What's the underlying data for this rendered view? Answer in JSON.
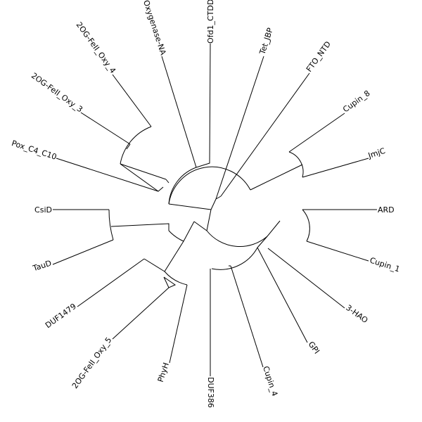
{
  "leaves": [
    {
      "id": "ofd1",
      "label": "Ofd1_CTDD"
    },
    {
      "id": "tet",
      "label": "Tet_JBP"
    },
    {
      "id": "fto",
      "label": "FTO_NTD"
    },
    {
      "id": "cupin8",
      "label": "Cupin_8"
    },
    {
      "id": "jmjc",
      "label": "JmjC"
    },
    {
      "id": "ard",
      "label": "ARD"
    },
    {
      "id": "cupin1",
      "label": "Cupin_1"
    },
    {
      "id": "hao",
      "label": "3-HAO"
    },
    {
      "id": "gpi",
      "label": "GPI"
    },
    {
      "id": "cupin4",
      "label": "Cupin_4"
    },
    {
      "id": "duf386",
      "label": "DUF386"
    },
    {
      "id": "phyh",
      "label": "PhyH"
    },
    {
      "id": "oxy5",
      "label": "2OG-FeII_Oxy_5"
    },
    {
      "id": "duf1479",
      "label": "DUF1479"
    },
    {
      "id": "taud",
      "label": "TauD"
    },
    {
      "id": "csid",
      "label": "CsiD"
    },
    {
      "id": "pox",
      "label": "Pox_C4_C10"
    },
    {
      "id": "oxy3",
      "label": "2OG-FeII_Oxy_3"
    },
    {
      "id": "oxy4",
      "label": "2OG-FeII_Oxy_4"
    },
    {
      "id": "oxygenase",
      "label": "Oxygenase-NA"
    }
  ]
}
